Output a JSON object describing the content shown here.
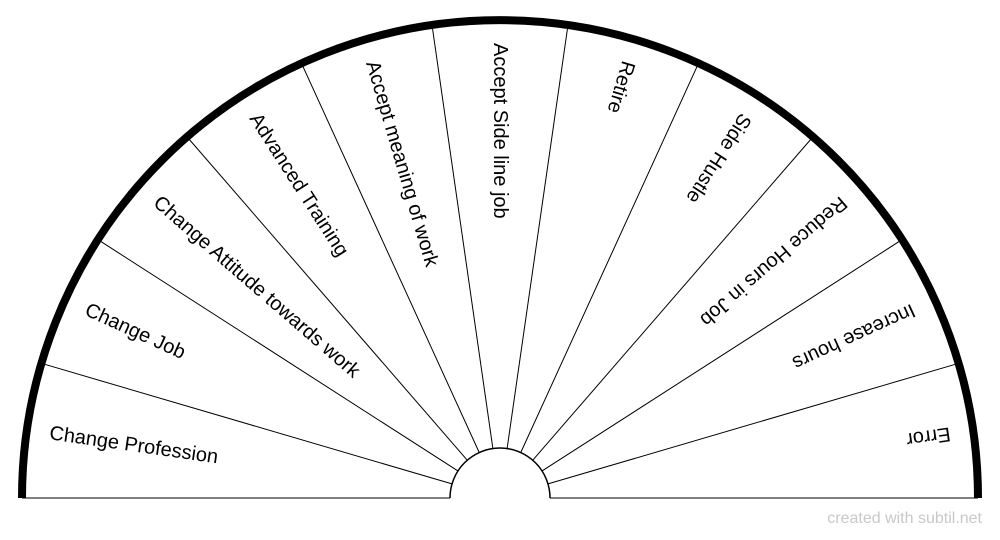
{
  "chart": {
    "type": "semicircle-pendulum-chart",
    "colors": {
      "outline": "#000000",
      "divider": "#000000",
      "fill": "#ffffff",
      "watermark": "#c8c8c8"
    },
    "sectors": [
      "Change Profession",
      "Change Job",
      "Change Attitude towards work",
      "Advanced Training",
      "Accept meaning of work",
      "Accept Side line job",
      "Retire",
      "Side Hustle",
      "Reduce Hours in Job",
      "Increase hours",
      "Error"
    ]
  },
  "footer": {
    "watermark": "created with subtil.net"
  }
}
